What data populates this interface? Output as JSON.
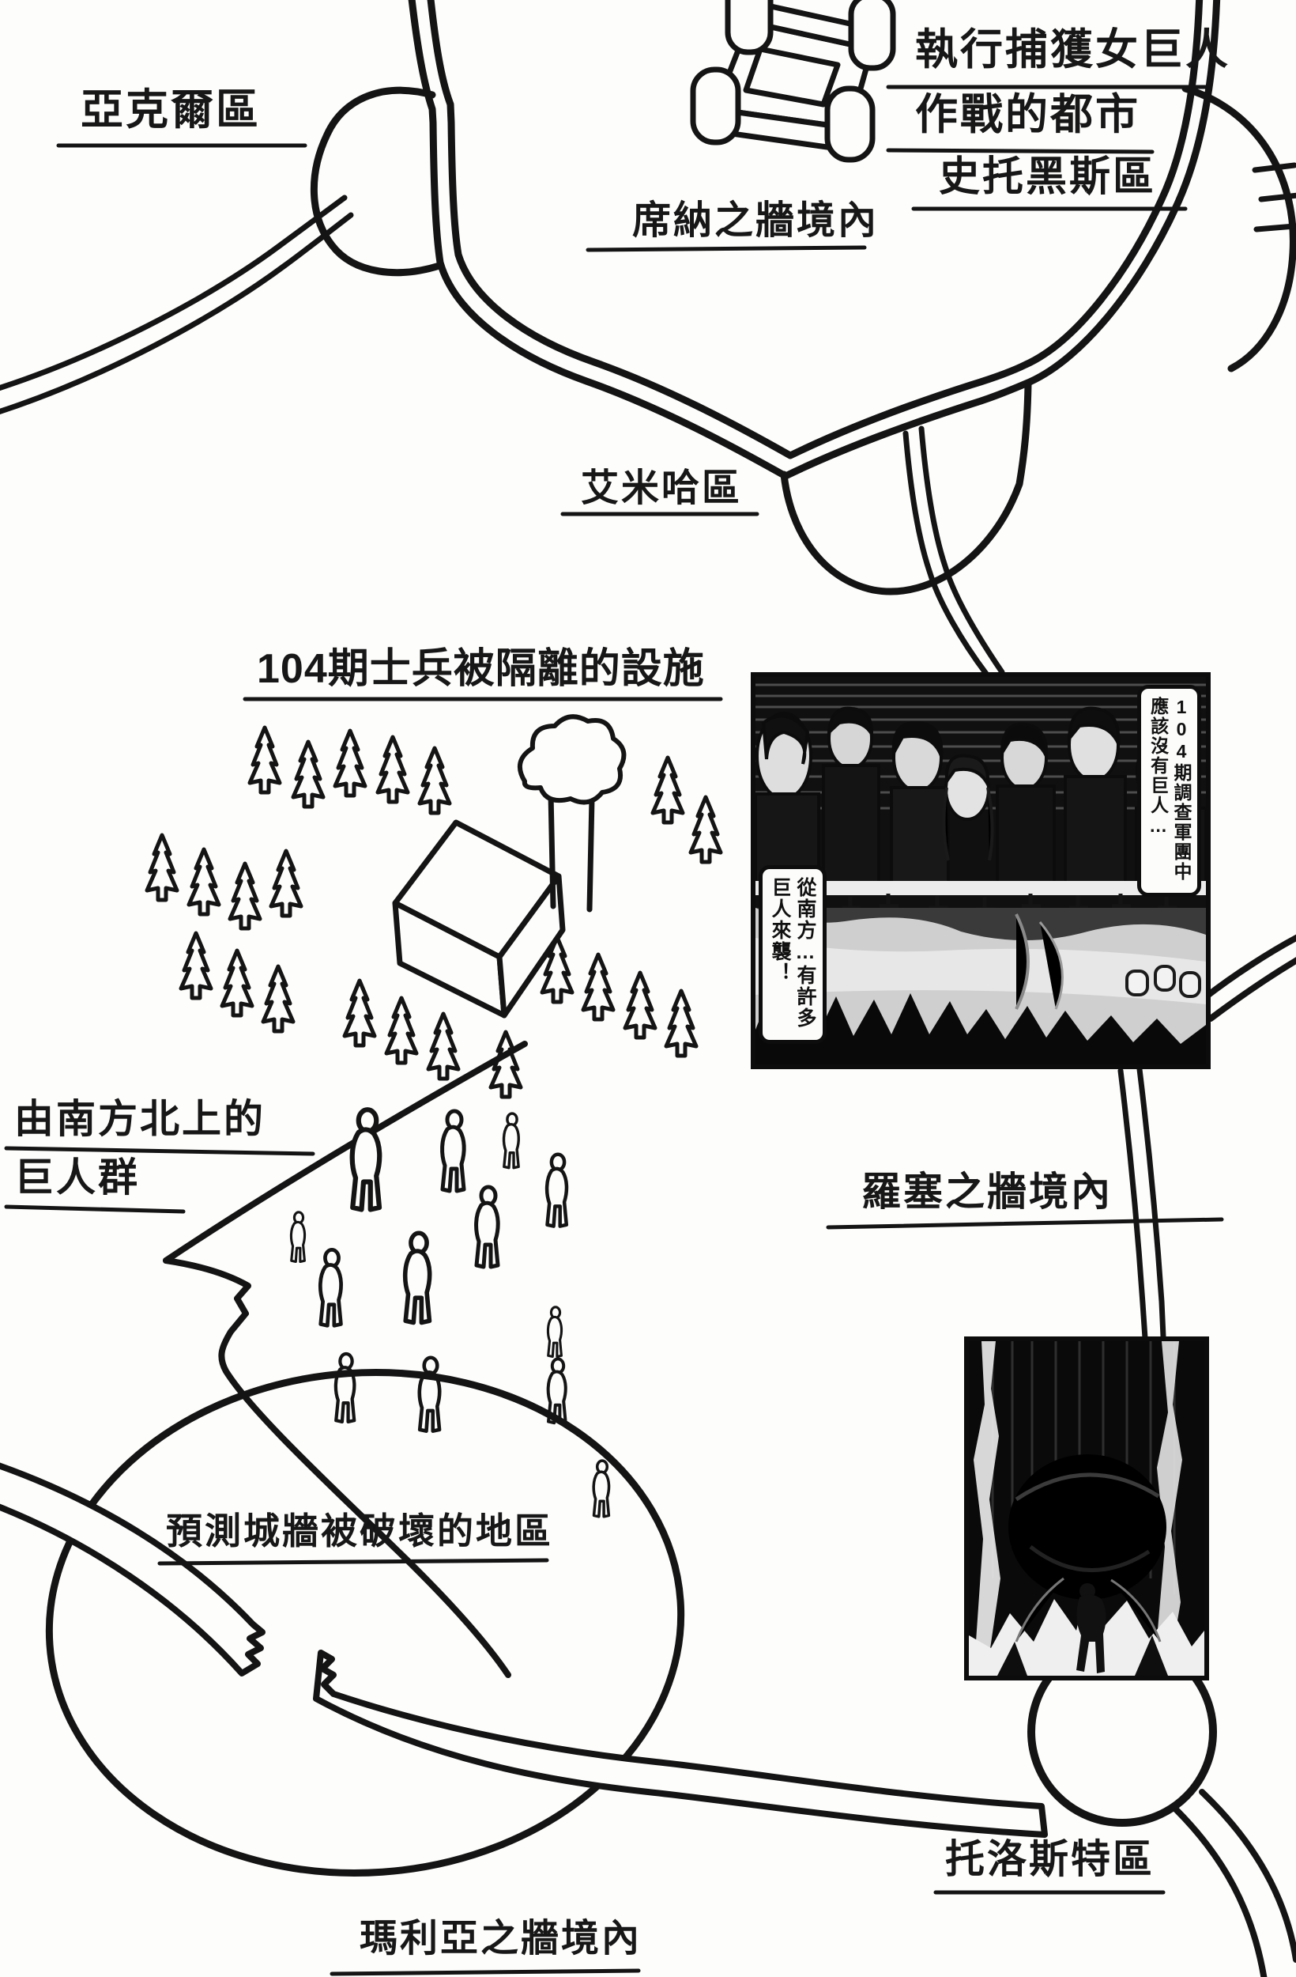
{
  "page": {
    "paper_color": "#fdfdfc",
    "ink_color": "#161616"
  },
  "labels": {
    "operation_city_line1": "執行捕獲女巨人",
    "operation_city_line2": "作戰的都市",
    "yarckel_district": "亞克爾區",
    "wall_sina_inner": "席納之牆境內",
    "stohess_district": "史托黑斯區",
    "ehrmich_district": "艾米哈區",
    "facility_104": "104期士兵被隔離的設施",
    "titans_from_south_line1": "由南方北上的",
    "titans_from_south_line2": "巨人群",
    "wall_rose_inner": "羅塞之牆境內",
    "predicted_breach_area": "預測城牆被破壞的地區",
    "trost_district": "托洛斯特區",
    "wall_maria_inner": "瑪利亞之牆境內"
  },
  "panels": {
    "recon": {
      "bubble_right": "104期調查軍團中應該沒有巨人…",
      "bubble_left": "從南方…有許多巨人來襲！"
    },
    "breach": {}
  }
}
